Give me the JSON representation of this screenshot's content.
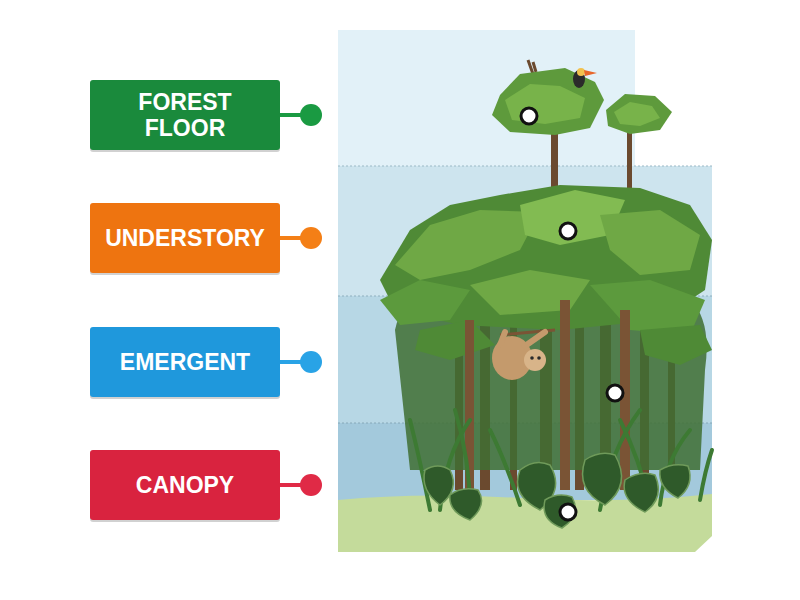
{
  "diagram": {
    "nodes": [
      {
        "text": [
          "FOREST FLOOR"
        ]
      },
      {
        "text": [
          "UNDERSTORY"
        ]
      },
      {
        "text": [
          "EMERGENT"
        ]
      },
      {
        "text": [
          "CANOPY"
        ]
      }
    ]
  }
}
